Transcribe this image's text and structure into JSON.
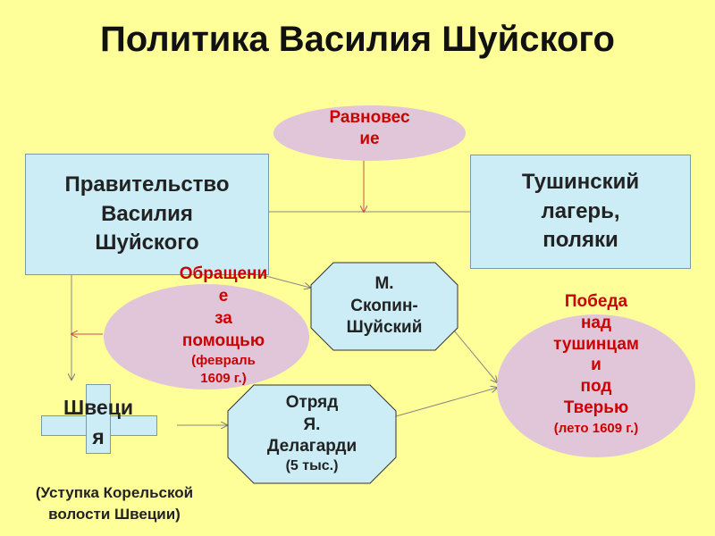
{
  "title": "Политика Василия Шуйского",
  "balance": {
    "line1": "Равновес",
    "line2": "ие"
  },
  "government": {
    "line1": "Правительство",
    "line2": "Василия",
    "line3": "Шуйского"
  },
  "camp": {
    "line1": "Тушинский",
    "line2": "лагерь,",
    "line3": "поляки"
  },
  "appeal": {
    "line1": "Обращени",
    "line2": "е",
    "line3": "за",
    "line4": "помощью",
    "date1": "(февраль",
    "date2": "1609 г.)"
  },
  "skopin": {
    "line1": "М.",
    "line2": "Скопин-",
    "line3": "Шуйский"
  },
  "victory": {
    "line1": "Победа",
    "line2": "над",
    "line3": "тушинцам",
    "line4": "и",
    "line5": "под",
    "line6": "Тверью",
    "date": "(лето 1609 г.)"
  },
  "sweden": {
    "part1": "Швеци",
    "part2": "я"
  },
  "concession": {
    "line1": "(Уступка Корельской",
    "line2": "волости Швеции)"
  },
  "delagardi": {
    "line1": "Отряд",
    "line2": "Я.",
    "line3": "Делагарди",
    "line4": "(5 тыс.)"
  },
  "colors": {
    "background": "#FFFF99",
    "box": "#CCECF6",
    "ellipse": "#E0C6D8",
    "accent": "#CC0000",
    "arrow": "#C0504D"
  }
}
